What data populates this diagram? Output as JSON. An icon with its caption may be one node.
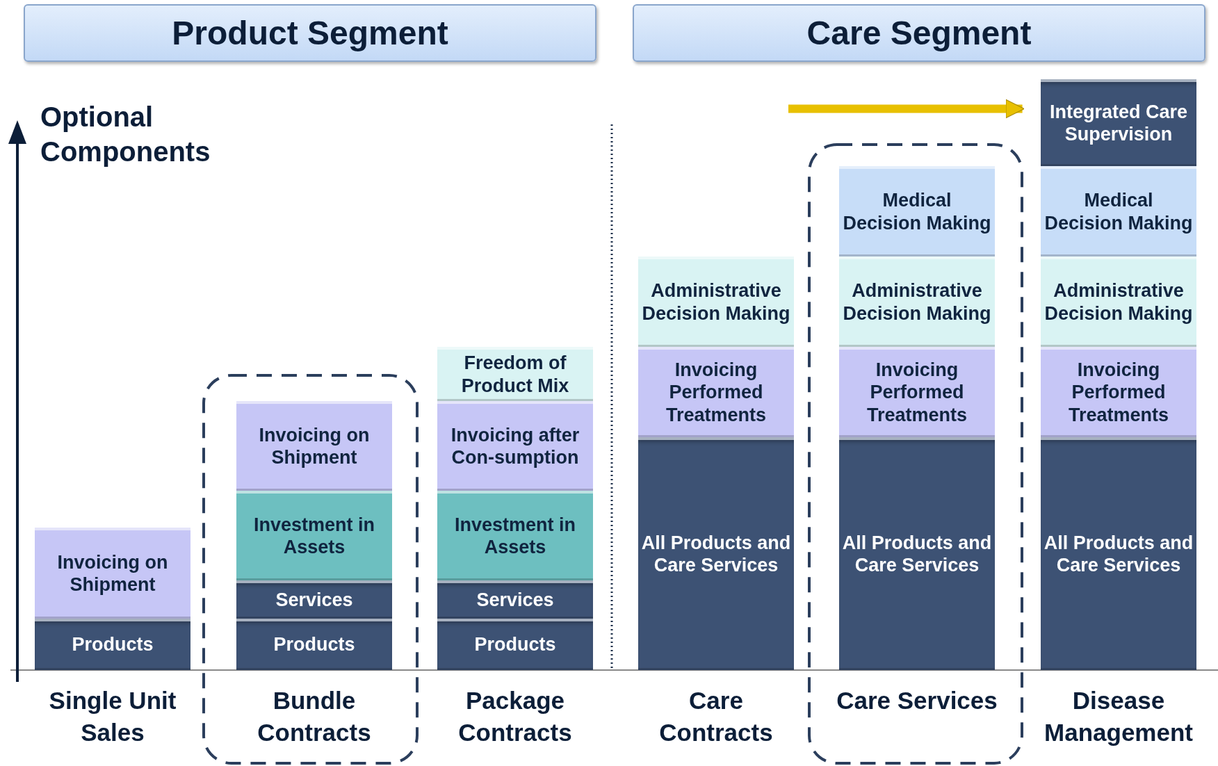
{
  "diagram": {
    "nodes": [
      {
        "text": [
          "Product Segment"
        ]
      },
      {
        "text": [
          "Care Segment"
        ]
      },
      {
        "text": [
          "Invoicing on Shipment"
        ]
      },
      {
        "text": [
          "Products"
        ]
      },
      {
        "text": [
          "Invoicing on Shipment"
        ]
      },
      {
        "text": [
          "Investment in Assets"
        ]
      },
      {
        "text": [
          "Services"
        ]
      },
      {
        "text": [
          "Products"
        ]
      },
      {
        "text": [
          "Freedom of Product Mix"
        ]
      },
      {
        "text": [
          "Invoicing after Con-sumption"
        ]
      },
      {
        "text": [
          "Investment in Assets"
        ]
      },
      {
        "text": [
          "Services"
        ]
      },
      {
        "text": [
          "Products"
        ]
      },
      {
        "text": [
          "Administrative Decision Making"
        ]
      },
      {
        "text": [
          "Invoicing Performed Treatments"
        ]
      },
      {
        "text": [
          "All Products and Care Services"
        ]
      },
      {
        "text": [
          "Medical Decision Making"
        ]
      },
      {
        "text": [
          "Administrative Decision Making"
        ]
      },
      {
        "text": [
          "Invoicing Performed Treatments"
        ]
      },
      {
        "text": [
          "All Products and Care Services"
        ]
      },
      {
        "text": [
          "Integrated Care Supervision"
        ]
      },
      {
        "text": [
          "Medical Decision Making"
        ]
      },
      {
        "text": [
          "Administrative Decision Making"
        ]
      },
      {
        "text": [
          "Invoicing Performed Treatments"
        ]
      },
      {
        "text": [
          "All Products and Care Services"
        ]
      }
    ],
    "edges": [
      {
        "from": null,
        "to": 20,
        "arrow": "to",
        "color": "#e8c000"
      }
    ],
    "labels": [
      "Optional Components",
      "Single Unit Sales",
      "Bundle Contracts",
      "Package Contracts",
      "Care Contracts",
      "Care Services",
      "Disease Management"
    ]
  }
}
